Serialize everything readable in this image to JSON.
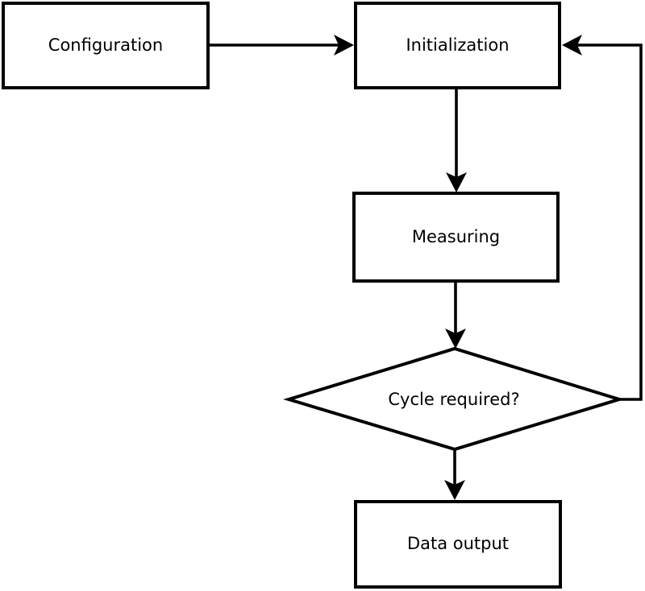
{
  "colors": {
    "stroke": "#000000",
    "node_fill": "#ffffff",
    "background": "#ffffff"
  },
  "nodes": [
    {
      "id": "configuration",
      "shape": "rectangle",
      "label": "Configuration"
    },
    {
      "id": "initialization",
      "shape": "rectangle",
      "label": "Initialization"
    },
    {
      "id": "measuring",
      "shape": "rectangle",
      "label": "Measuring"
    },
    {
      "id": "cycle-required",
      "shape": "diamond",
      "label": "Cycle required?"
    },
    {
      "id": "data-output",
      "shape": "rectangle",
      "label": "Data output"
    }
  ],
  "edges": [
    {
      "from": "configuration",
      "to": "initialization",
      "direction": "right"
    },
    {
      "from": "initialization",
      "to": "measuring",
      "direction": "down"
    },
    {
      "from": "measuring",
      "to": "cycle-required",
      "direction": "down"
    },
    {
      "from": "cycle-required",
      "to": "data-output",
      "direction": "down"
    },
    {
      "from": "cycle-required",
      "to": "initialization",
      "direction": "right-then-up-loop"
    }
  ]
}
